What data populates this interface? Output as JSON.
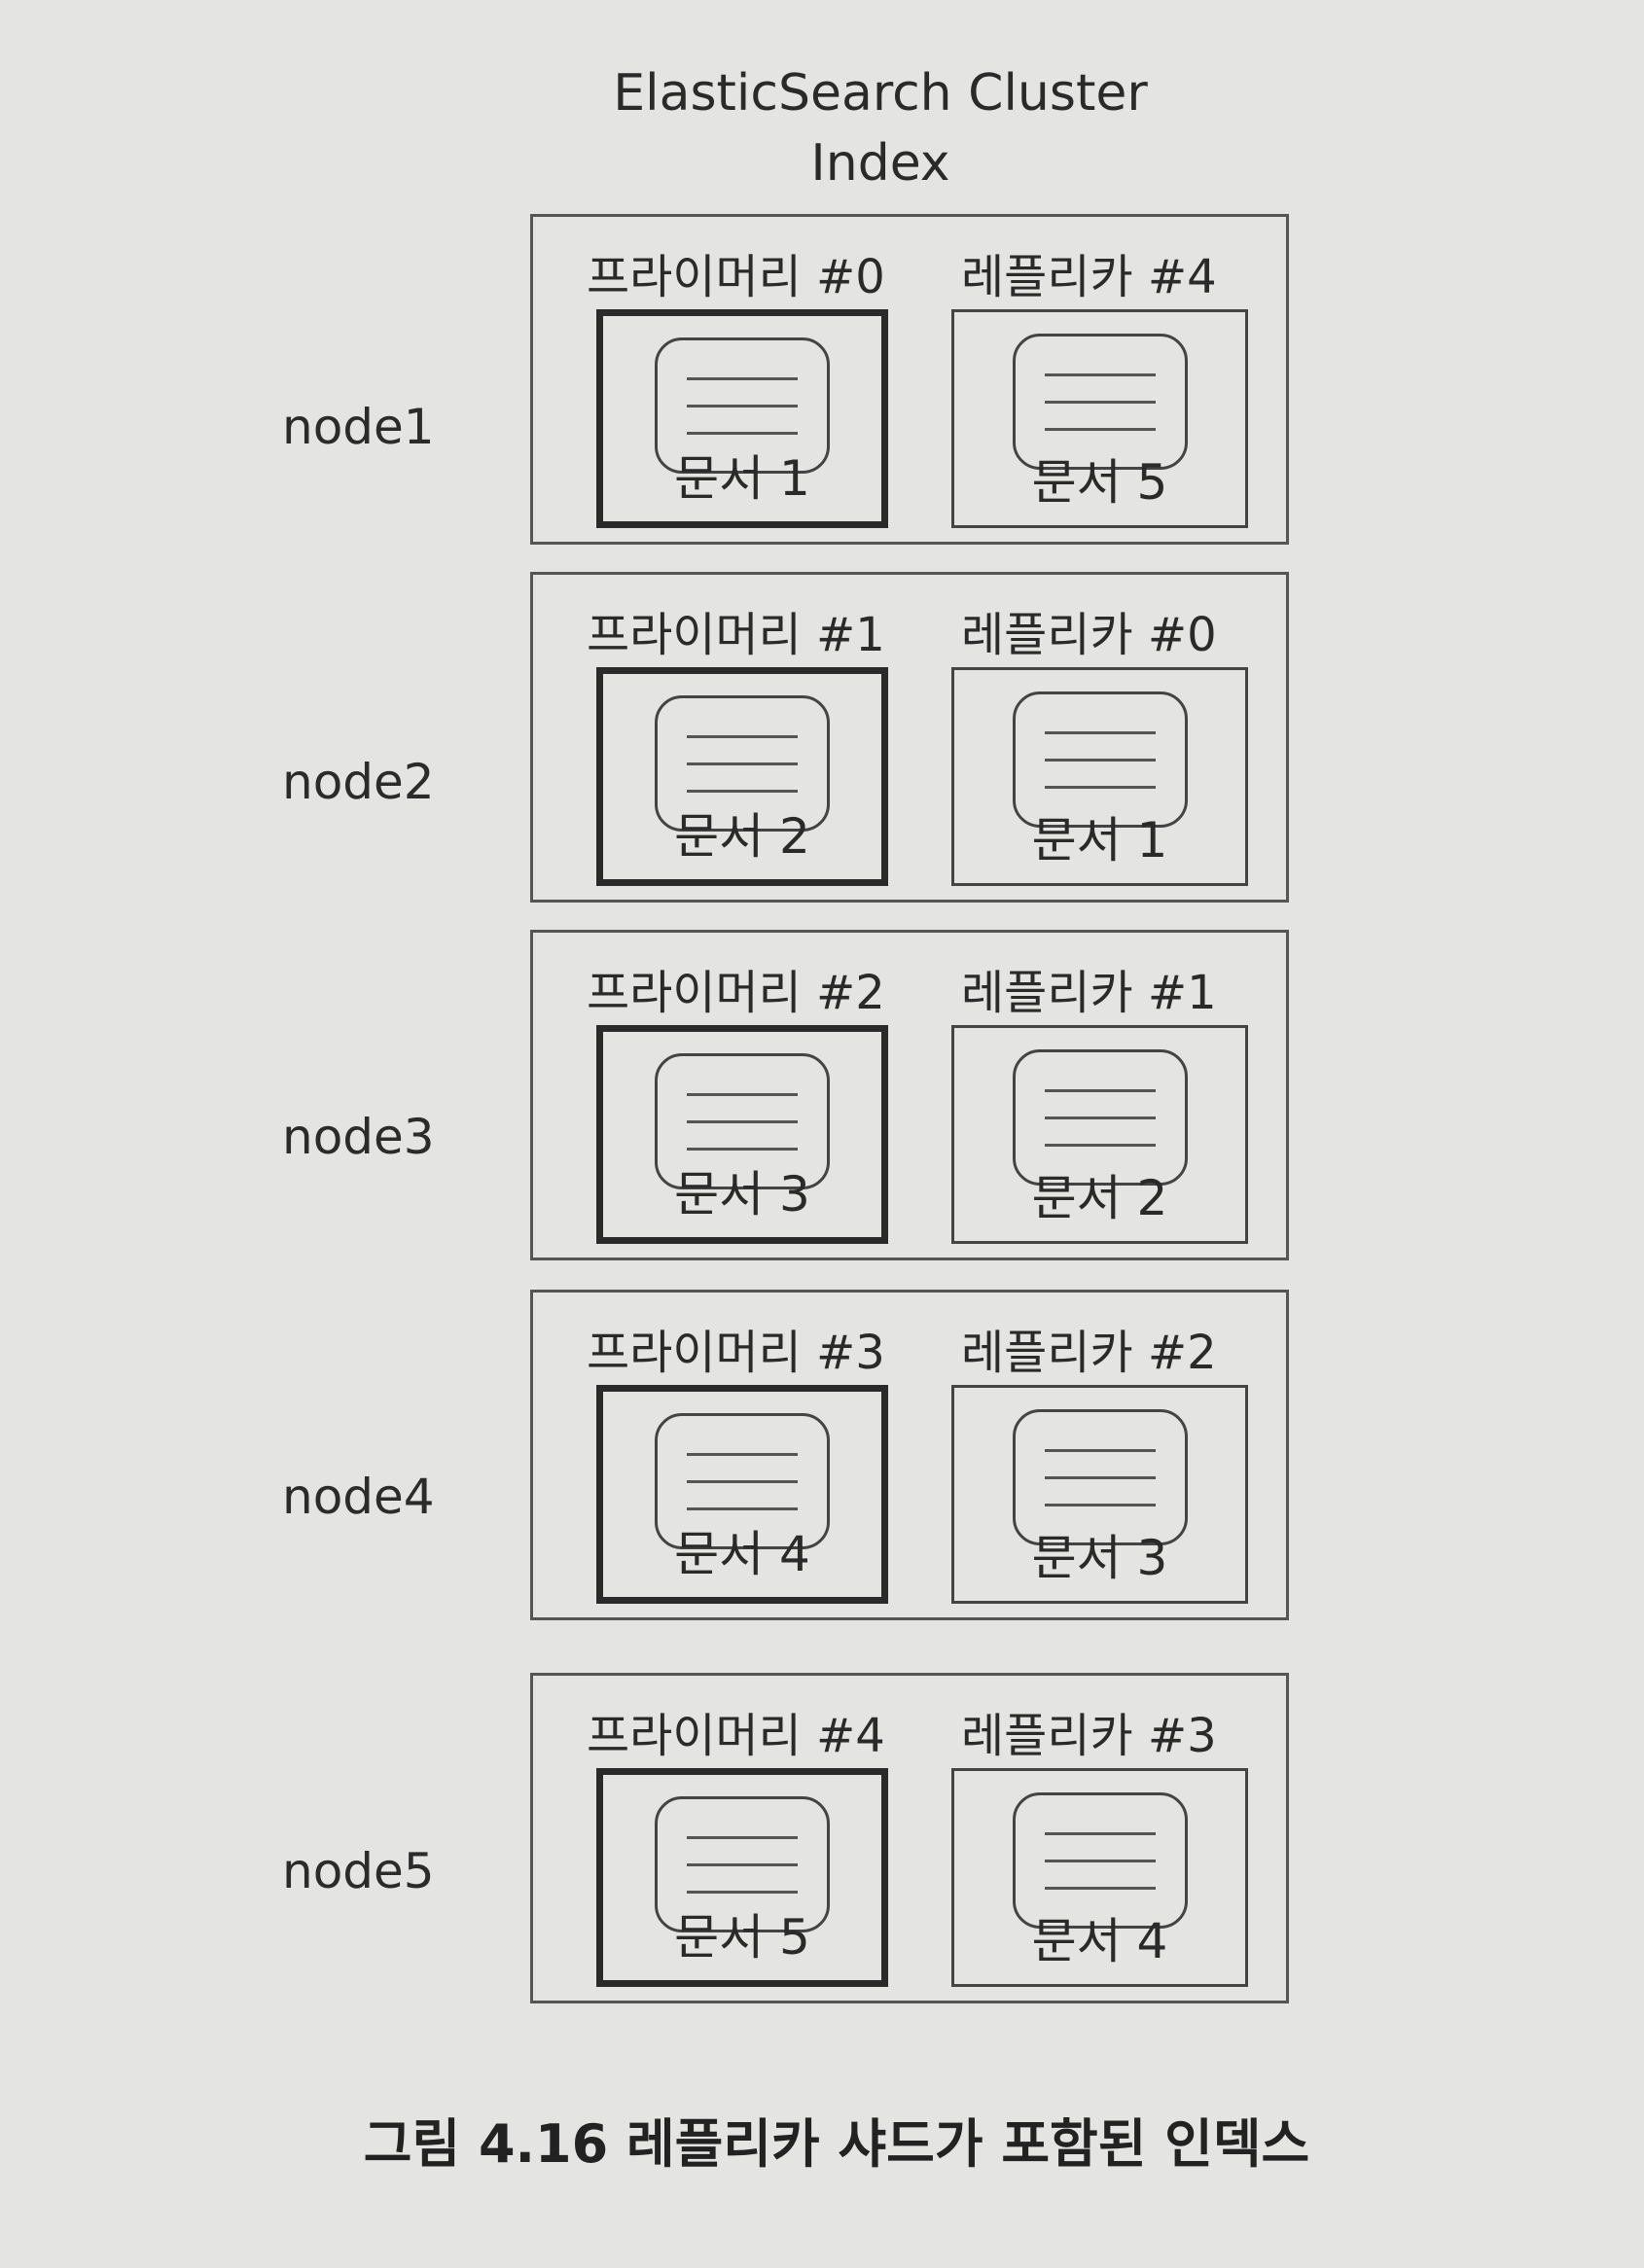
{
  "diagram": {
    "title_line1": "ElasticSearch Cluster",
    "title_line2": "Index",
    "caption": "그림 4.16 레플리카 샤드가 포함된 인덱스",
    "nodes": [
      {
        "name": "node1",
        "primary_label": "프라이머리 #0",
        "primary_doc": "문서 1",
        "replica_label": "레플리카 #4",
        "replica_doc": "문서 5"
      },
      {
        "name": "node2",
        "primary_label": "프라이머리 #1",
        "primary_doc": "문서 2",
        "replica_label": "레플리카 #0",
        "replica_doc": "문서 1"
      },
      {
        "name": "node3",
        "primary_label": "프라이머리 #2",
        "primary_doc": "문서 3",
        "replica_label": "레플리카 #1",
        "replica_doc": "문서 2"
      },
      {
        "name": "node4",
        "primary_label": "프라이머리 #3",
        "primary_doc": "문서 4",
        "replica_label": "레플리카 #2",
        "replica_doc": "문서 3"
      },
      {
        "name": "node5",
        "primary_label": "프라이머리 #4",
        "primary_doc": "문서 5",
        "replica_label": "레플리카 #3",
        "replica_doc": "문서 4"
      }
    ]
  }
}
